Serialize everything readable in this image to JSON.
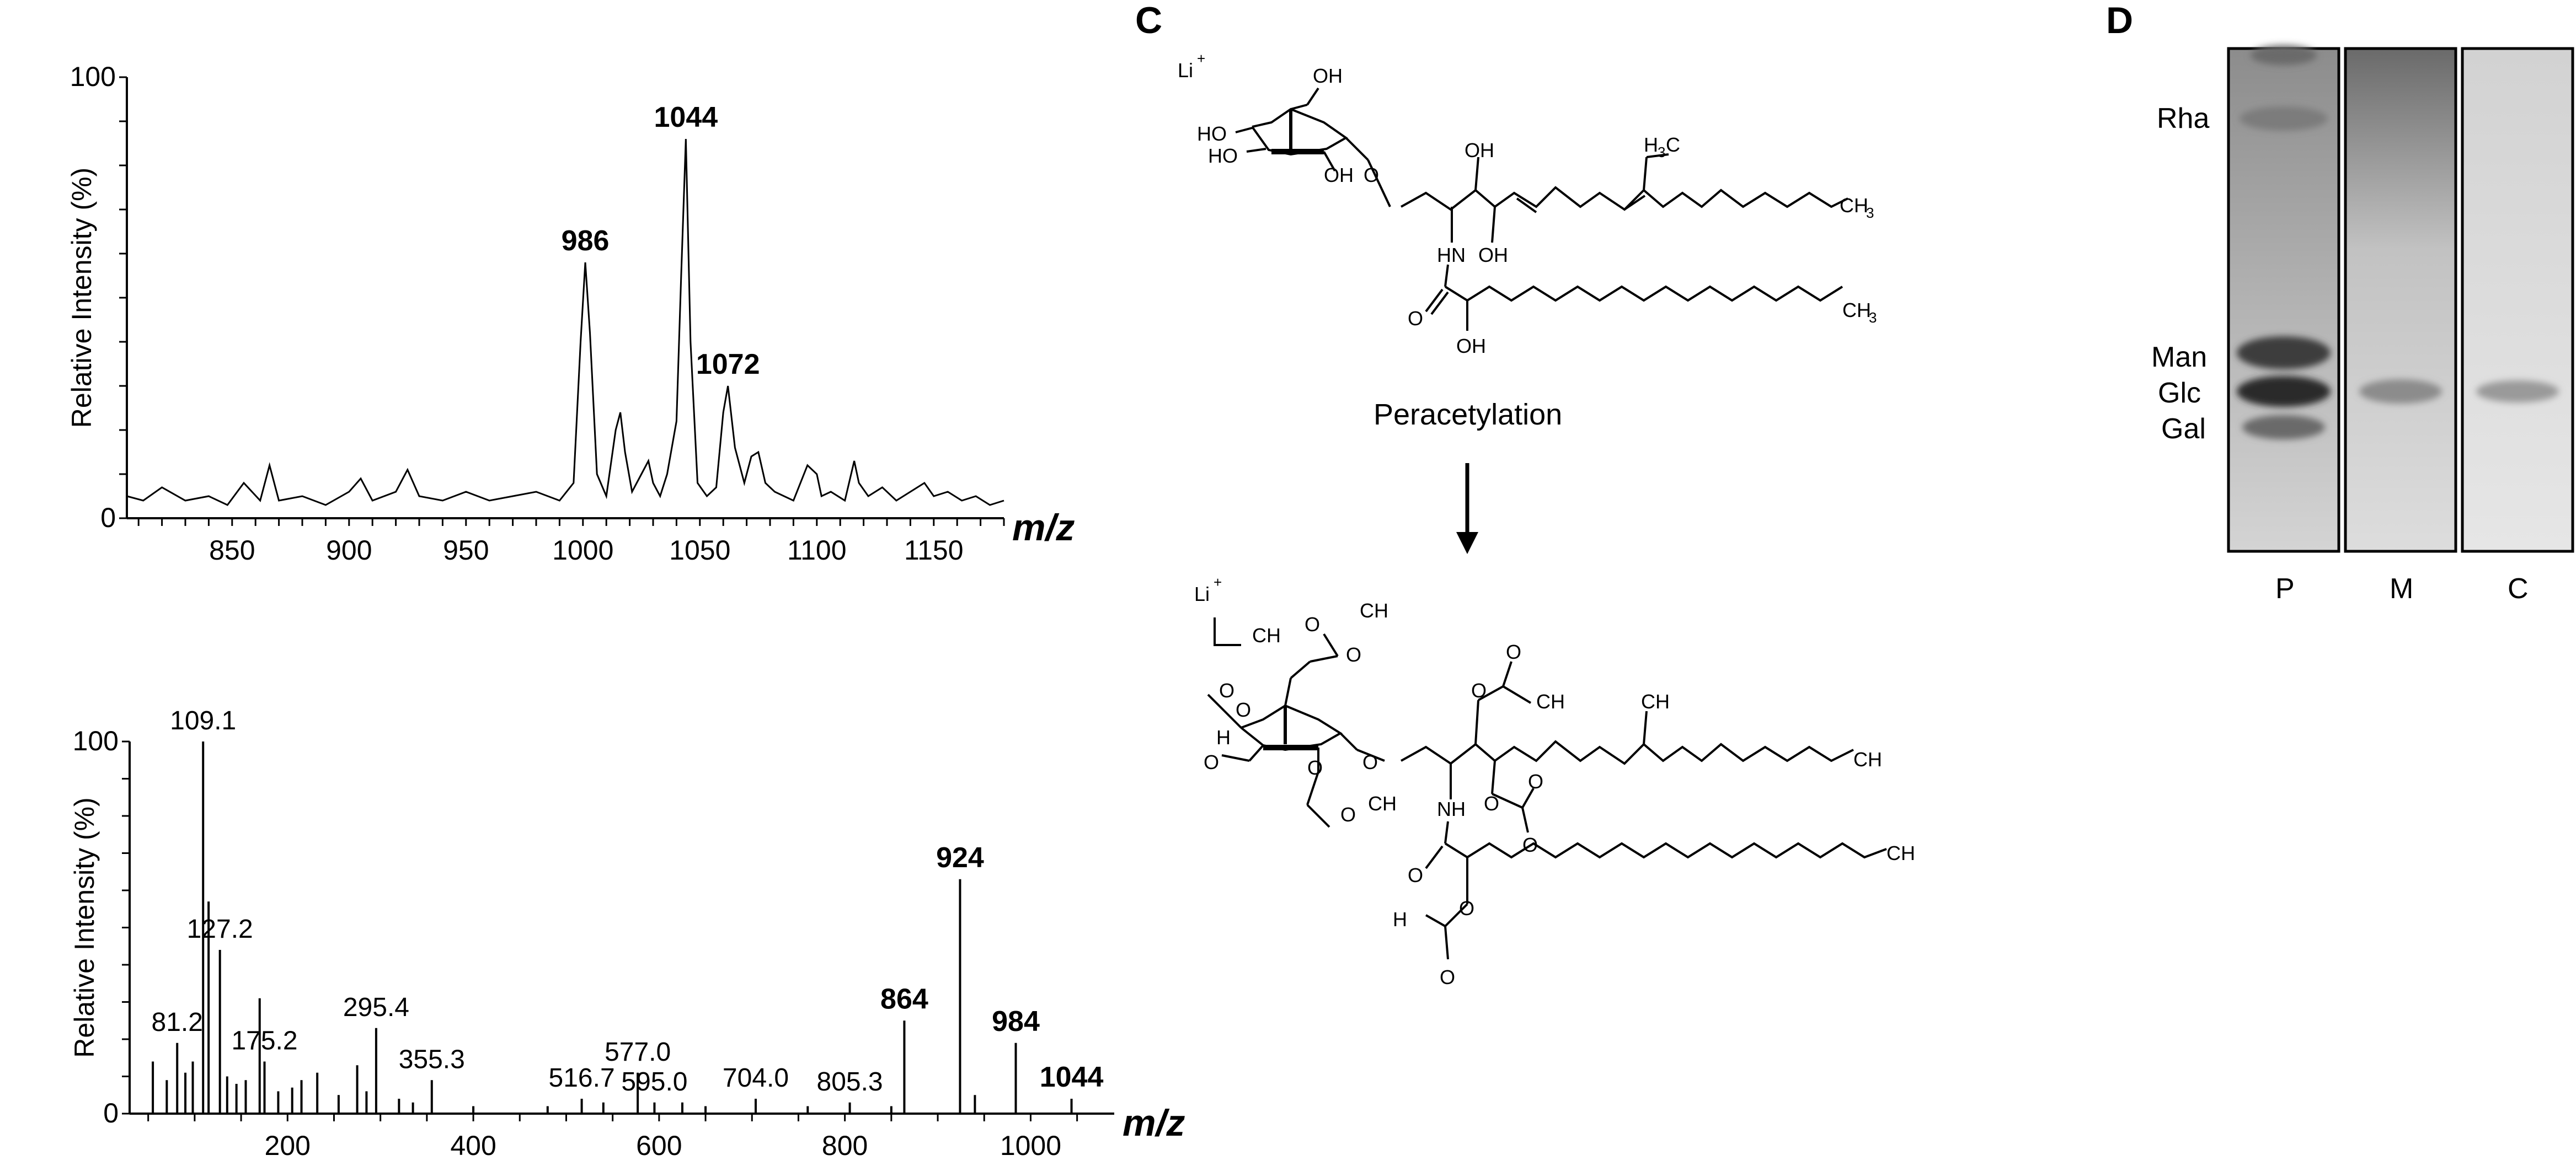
{
  "figure": {
    "panels": {
      "C": {
        "letter": "C"
      },
      "D": {
        "letter": "D"
      }
    }
  },
  "chart_data": [
    {
      "type": "line",
      "name": "ms1-spectrum",
      "title": "",
      "xlabel": "m/z",
      "ylabel": "Relative Intensity (%)",
      "xlim": [
        805,
        1180
      ],
      "ylim": [
        0,
        100
      ],
      "xticks": [
        850,
        900,
        950,
        1000,
        1050,
        1100,
        1150
      ],
      "yticks": [
        0,
        100
      ],
      "grid": false,
      "x": [
        805,
        812,
        820,
        830,
        840,
        848,
        855,
        862,
        866,
        870,
        880,
        890,
        900,
        905,
        910,
        920,
        925,
        930,
        940,
        950,
        960,
        970,
        980,
        990,
        996,
        999,
        1001,
        1003,
        1006,
        1010,
        1014,
        1016,
        1018,
        1021,
        1025,
        1028,
        1030,
        1033,
        1036,
        1040,
        1042,
        1044,
        1046,
        1049,
        1053,
        1057,
        1060,
        1062,
        1065,
        1069,
        1072,
        1075,
        1078,
        1082,
        1086,
        1090,
        1096,
        1100,
        1102,
        1106,
        1112,
        1116,
        1118,
        1122,
        1128,
        1134,
        1140,
        1146,
        1150,
        1156,
        1162,
        1168,
        1174,
        1180
      ],
      "y": [
        5,
        4,
        7,
        4,
        5,
        3,
        8,
        4,
        12,
        4,
        5,
        3,
        6,
        9,
        4,
        6,
        11,
        5,
        4,
        6,
        4,
        5,
        6,
        4,
        8,
        40,
        58,
        42,
        10,
        5,
        20,
        24,
        15,
        6,
        10,
        13,
        8,
        5,
        10,
        22,
        55,
        86,
        40,
        8,
        5,
        7,
        24,
        30,
        16,
        8,
        14,
        15,
        8,
        6,
        5,
        4,
        12,
        10,
        5,
        6,
        4,
        13,
        8,
        5,
        7,
        4,
        6,
        8,
        5,
        6,
        4,
        5,
        3,
        4
      ],
      "labeled_peaks": [
        {
          "x": 1001,
          "y": 58,
          "label": "986"
        },
        {
          "x": 1044,
          "y": 86,
          "label": "1044"
        },
        {
          "x": 1062,
          "y": 30,
          "label": "1072"
        }
      ]
    },
    {
      "type": "bar",
      "name": "ms2-spectrum",
      "title": "",
      "xlabel": "m/z",
      "ylabel": "Relative Intensity (%)",
      "xlim": [
        30,
        1090
      ],
      "ylim": [
        0,
        100
      ],
      "xticks": [
        200,
        400,
        600,
        800,
        1000
      ],
      "yticks": [
        0,
        100
      ],
      "grid": false,
      "x": [
        55,
        70,
        81.2,
        90,
        98,
        109.1,
        115,
        127.2,
        135,
        145,
        155,
        170,
        175.2,
        190,
        205,
        215,
        232,
        255,
        275,
        285,
        295.4,
        320,
        335,
        355.3,
        400,
        480,
        516.7,
        540,
        577.0,
        595.0,
        625,
        650,
        704.0,
        760,
        805.3,
        850,
        864,
        924,
        940,
        984,
        1044
      ],
      "y": [
        14,
        9,
        19,
        11,
        14,
        100,
        57,
        44,
        10,
        8,
        9,
        31,
        14,
        6,
        7,
        9,
        11,
        5,
        13,
        6,
        23,
        4,
        3,
        9,
        2,
        2,
        4,
        3,
        11,
        3,
        3,
        2,
        4,
        2,
        3,
        2,
        25,
        63,
        5,
        19,
        4
      ],
      "labeled_peaks": [
        {
          "x": 109.1,
          "y": 100,
          "label": "109.1"
        },
        {
          "x": 127.2,
          "y": 44,
          "label": "127.2"
        },
        {
          "x": 81.2,
          "y": 19,
          "label": "81.2"
        },
        {
          "x": 175.2,
          "y": 14,
          "label": "175.2"
        },
        {
          "x": 295.4,
          "y": 23,
          "label": "295.4"
        },
        {
          "x": 355.3,
          "y": 9,
          "label": "355.3"
        },
        {
          "x": 516.7,
          "y": 4,
          "label": "516.7"
        },
        {
          "x": 577.0,
          "y": 11,
          "label": "577.0"
        },
        {
          "x": 595.0,
          "y": 3,
          "label": "595.0"
        },
        {
          "x": 704.0,
          "y": 4,
          "label": "704.0"
        },
        {
          "x": 805.3,
          "y": 3,
          "label": "805.3"
        },
        {
          "x": 864,
          "y": 25,
          "label": "864",
          "bold": true
        },
        {
          "x": 924,
          "y": 63,
          "label": "924",
          "bold": true
        },
        {
          "x": 984,
          "y": 19,
          "label": "984",
          "bold": true
        },
        {
          "x": 1044,
          "y": 4,
          "label": "1044",
          "bold": true
        }
      ]
    }
  ],
  "structure": {
    "top_ion": "Li",
    "top_ion_charge": "+",
    "step_label": "Peracetylation",
    "top_labels": [
      "OH",
      "HO",
      "HO",
      "OH",
      "O",
      "OH",
      "OH",
      "HN",
      "O",
      "OH"
    ],
    "methyl_h": "H",
    "methyl_c": "C",
    "methyl_sub": "3",
    "ch3_main": "CH",
    "ch3_sub": "3",
    "bottom_ion": "Li",
    "bottom_ion_charge": "+",
    "bottom_labels": [
      "O",
      "O",
      "O",
      "O",
      "O",
      "O",
      "O",
      "NH",
      "O",
      "O",
      "O",
      "O",
      "O",
      "O",
      "O",
      "O",
      "O"
    ],
    "ch3_labels": [
      "CH",
      "CH",
      "CH",
      "CH",
      "CH",
      "CH",
      "CH"
    ],
    "h3c_labels": [
      "H",
      "H"
    ]
  },
  "tlc": {
    "sugars": [
      "Rha",
      "Man",
      "Glc",
      "Gal"
    ],
    "lanes": [
      "P",
      "M",
      "C"
    ]
  },
  "colors": {
    "ink": "#000000",
    "tlc_dark": "#6e6e6e",
    "tlc_mid": "#9a9a9a",
    "tlc_light": "#cfcfcf"
  }
}
